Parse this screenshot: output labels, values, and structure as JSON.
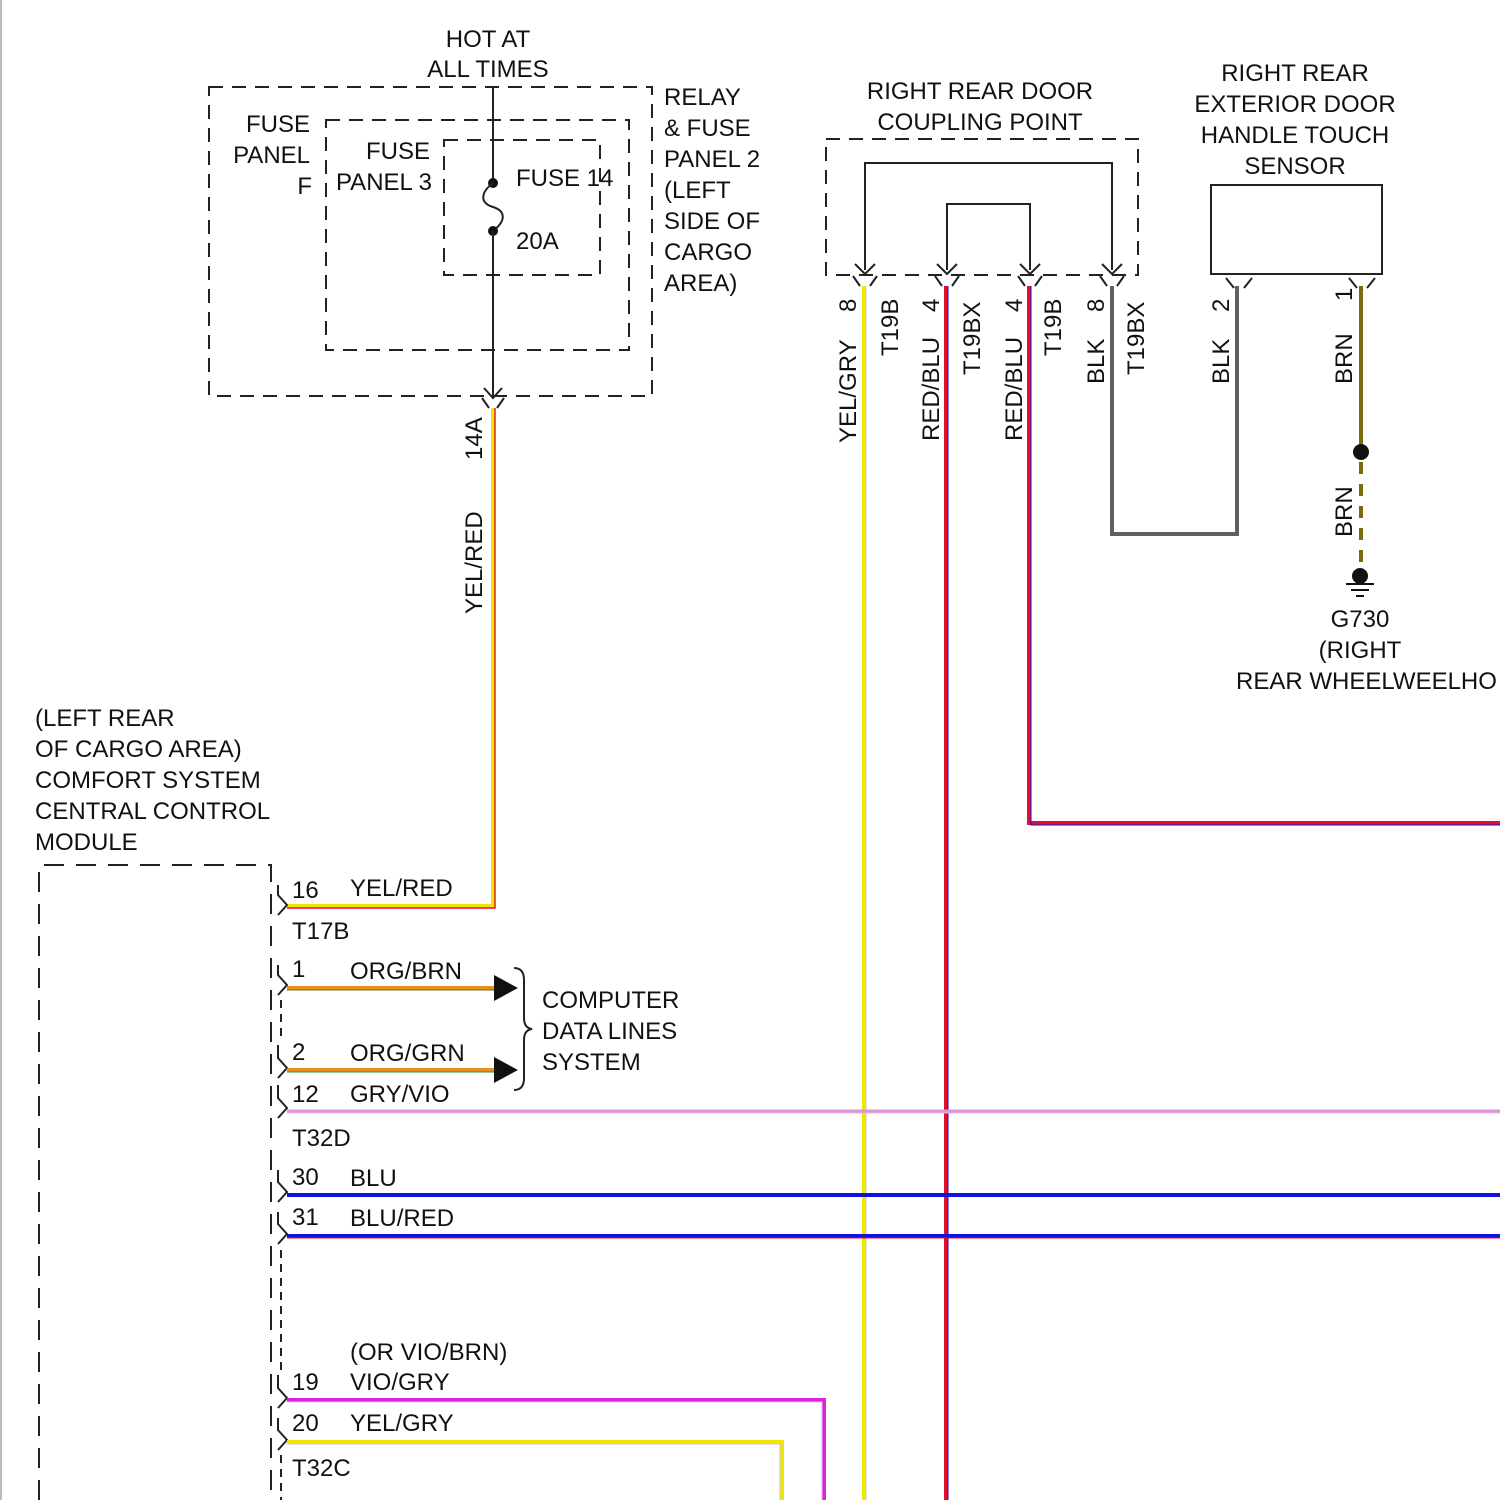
{
  "power": {
    "hot_line1": "HOT AT",
    "hot_line2": "ALL TIMES"
  },
  "fuse_panel_f": {
    "line1": "FUSE",
    "line2": "PANEL",
    "line3": "F"
  },
  "fuse_panel_3": {
    "line1": "FUSE",
    "line2": "PANEL 3"
  },
  "fuse14": {
    "name": "FUSE 14",
    "rating": "20A"
  },
  "relay_fuse_panel_2": {
    "lines": [
      "RELAY",
      "& FUSE",
      "PANEL 2",
      "(LEFT",
      "SIDE OF",
      "CARGO",
      "AREA)"
    ]
  },
  "wire_14a": {
    "pin": "14A",
    "color_label": "YEL/RED"
  },
  "coupling_point": {
    "title1": "RIGHT REAR DOOR",
    "title2": "COUPLING POINT",
    "connectors": [
      {
        "color": "YEL/GRY",
        "pin": "8",
        "conn": "T19B"
      },
      {
        "color": "RED/BLU",
        "pin": "4",
        "conn": "T19BX"
      },
      {
        "color": "RED/BLU",
        "pin": "4",
        "conn": "T19B"
      },
      {
        "color": "BLK",
        "pin": "8",
        "conn": "T19BX"
      }
    ]
  },
  "sensor": {
    "title_lines": [
      "RIGHT REAR",
      "EXTERIOR DOOR",
      "HANDLE TOUCH",
      "SENSOR"
    ],
    "pin2": "2",
    "pin2_color": "BLK",
    "pin1": "1",
    "pin1_color": "BRN",
    "brn_lower": "BRN"
  },
  "ground": {
    "name": "G730",
    "line2": "(RIGHT",
    "line3": "REAR WHEELWEELHO"
  },
  "module": {
    "lines": [
      "(LEFT REAR",
      "OF CARGO AREA)",
      "COMFORT SYSTEM",
      "CENTRAL CONTROL",
      "MODULE"
    ]
  },
  "module_pins": [
    {
      "pin": "16",
      "color": "YEL/RED"
    },
    {
      "pin": "1",
      "color": "ORG/BRN"
    },
    {
      "pin": "2",
      "color": "ORG/GRN"
    },
    {
      "pin": "12",
      "color": "GRY/VIO"
    },
    {
      "pin": "30",
      "color": "BLU"
    },
    {
      "pin": "31",
      "color": "BLU/RED"
    },
    {
      "pin": "19",
      "color": "VIO/GRY",
      "alt": "(OR VIO/BRN)"
    },
    {
      "pin": "20",
      "color": "YEL/GRY"
    }
  ],
  "module_connectors": {
    "t17b": "T17B",
    "t32d": "T32D",
    "t32c": "T32C"
  },
  "data_lines": {
    "lines": [
      "COMPUTER",
      "DATA LINES",
      "SYSTEM"
    ]
  },
  "colors": {
    "yellow": "#f2e600",
    "orange": "#e8901a",
    "red": "#e0102a",
    "blue": "#1010e0",
    "magenta": "#e020e0",
    "pink": "#e890e0",
    "gray": "#606060",
    "brown": "#7a6a10"
  }
}
